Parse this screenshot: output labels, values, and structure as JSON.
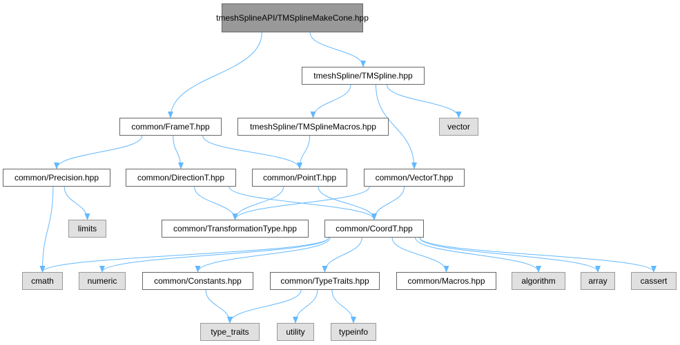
{
  "colors": {
    "edge": "#63b8ff",
    "header_fill": "#999999",
    "file_fill": "#ffffff",
    "system_fill": "#e0e0e0"
  },
  "nodes": {
    "root": "tmeshSplineAPI/TMSplineMakeCone.hpp",
    "tmspline": "tmeshSpline/TMSpline.hpp",
    "framet": "common/FrameT.hpp",
    "tmsplinemacros": "tmeshSpline/TMSplineMacros.hpp",
    "vector": "vector",
    "precision": "common/Precision.hpp",
    "directiont": "common/DirectionT.hpp",
    "pointt": "common/PointT.hpp",
    "vectort": "common/VectorT.hpp",
    "limits": "limits",
    "transformationtype": "common/TransformationType.hpp",
    "coordt": "common/CoordT.hpp",
    "cmath": "cmath",
    "numeric": "numeric",
    "constants": "common/Constants.hpp",
    "typetraits": "common/TypeTraits.hpp",
    "macros": "common/Macros.hpp",
    "algorithm": "algorithm",
    "array": "array",
    "cassert": "cassert",
    "type_traits": "type_traits",
    "utility": "utility",
    "typeinfo": "typeinfo"
  },
  "edges": [
    [
      "root",
      "framet"
    ],
    [
      "root",
      "tmspline"
    ],
    [
      "tmspline",
      "tmsplinemacros"
    ],
    [
      "tmspline",
      "vector"
    ],
    [
      "tmspline",
      "vectort"
    ],
    [
      "framet",
      "precision"
    ],
    [
      "framet",
      "directiont"
    ],
    [
      "framet",
      "pointt"
    ],
    [
      "tmsplinemacros",
      "pointt"
    ],
    [
      "precision",
      "cmath"
    ],
    [
      "precision",
      "limits"
    ],
    [
      "directiont",
      "transformationtype"
    ],
    [
      "directiont",
      "coordt"
    ],
    [
      "pointt",
      "transformationtype"
    ],
    [
      "pointt",
      "coordt"
    ],
    [
      "vectort",
      "transformationtype"
    ],
    [
      "vectort",
      "coordt"
    ],
    [
      "coordt",
      "cmath"
    ],
    [
      "coordt",
      "numeric"
    ],
    [
      "coordt",
      "constants"
    ],
    [
      "coordt",
      "typetraits"
    ],
    [
      "coordt",
      "macros"
    ],
    [
      "coordt",
      "algorithm"
    ],
    [
      "coordt",
      "array"
    ],
    [
      "coordt",
      "cassert"
    ],
    [
      "constants",
      "type_traits"
    ],
    [
      "typetraits",
      "type_traits"
    ],
    [
      "typetraits",
      "utility"
    ],
    [
      "typetraits",
      "typeinfo"
    ]
  ]
}
